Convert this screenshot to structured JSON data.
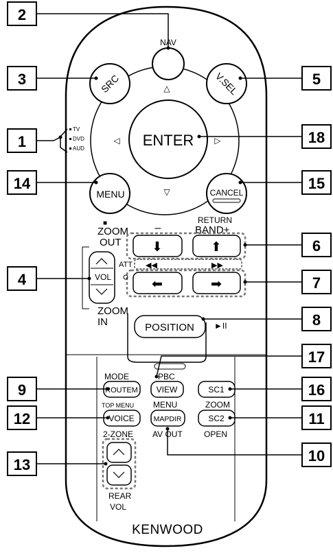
{
  "brand": "KENWOOD",
  "callouts": [
    "2",
    "3",
    "5",
    "1",
    "18",
    "14",
    "15",
    "6",
    "4",
    "7",
    "8",
    "17",
    "9",
    "16",
    "12",
    "11",
    "13",
    "10"
  ],
  "buttons": {
    "nav": "NAV",
    "src": "SRC",
    "vsel": "V.SEL",
    "enter": "ENTER",
    "menu": "MENU",
    "cancel": "CANCEL",
    "vol": "VOL",
    "position": "POSITION",
    "routem": "ROUTEM",
    "view": "VIEW",
    "sc1": "SC1",
    "voice": "VOICE",
    "mapdir": "MAPDIR",
    "sc2": "SC2"
  },
  "labels": {
    "zoom_out": "ZOOM OUT",
    "zoom_in": "ZOOM IN",
    "minus": "–",
    "return": "RETURN",
    "band_plus": "BAND+",
    "att": "ATT",
    "play_pause": "►II",
    "mode": "MODE",
    "pbc": "PBC",
    "top_menu": "TOP MENU",
    "menu2": "MENU",
    "zoom": "ZOOM",
    "two_zone": "2-ZONE",
    "av_out": "AV OUT",
    "open": "OPEN",
    "rear": "REAR",
    "vol2": "VOL"
  },
  "switch": {
    "options": [
      "TV",
      "DVD",
      "AUD"
    ]
  },
  "glyphs": {
    "up": "⬆",
    "down": "⬇",
    "left": "⬅",
    "right": "➡",
    "rewind": "◀◀",
    "forward": "▶▶",
    "stop": "■"
  }
}
